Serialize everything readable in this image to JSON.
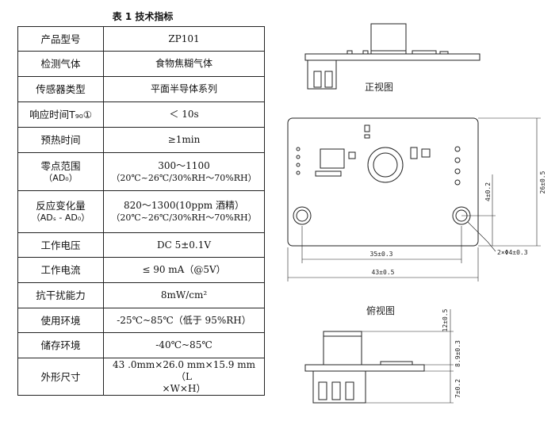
{
  "table": {
    "title": "表 1  技术指标",
    "rows": [
      {
        "key": "产品型号",
        "value": "ZP101"
      },
      {
        "key": "检测气体",
        "value": "食物焦糊气体"
      },
      {
        "key": "传感器类型",
        "value": "平面半导体系列"
      },
      {
        "key": "响应时间T₉₀①",
        "value": "＜ 10s"
      },
      {
        "key": "预热时间",
        "value": "≥1min"
      },
      {
        "key": "零点范围",
        "key_sub": "（AD₀）",
        "value": "300～1100",
        "value_sub": "（20℃~26℃/30%RH～70%RH）"
      },
      {
        "key": "反应变化量",
        "key_sub": "（ADₛ - AD₀）",
        "value": "820～1300(10ppm 酒精）",
        "value_sub": "（20℃~26℃/30%RH～70%RH）"
      },
      {
        "key": "工作电压",
        "value": "DC 5±0.1V"
      },
      {
        "key": "工作电流",
        "value": "≤ 90 mA（@5V）"
      },
      {
        "key": "抗干扰能力",
        "value": "8mW/cm²"
      },
      {
        "key": "使用环境",
        "value": "-25℃~85℃（低于 95%RH）"
      },
      {
        "key": "储存环境",
        "value": "-40℃~85℃"
      },
      {
        "key": "外形尺寸",
        "value": "43 .0mm×26.0 mm×15.9 mm（L",
        "value_sub": "×W×H）"
      }
    ]
  },
  "drawing": {
    "front_view_label": "正视图",
    "top_view_label": "俯视图",
    "dims": {
      "height": "26±0.5",
      "hole_offset": "4±0.2",
      "hole_spacing": "35±0.3",
      "width": "43±0.5",
      "hole_diameter": "2×Φ4±0.3",
      "top_h1": "12±0.5",
      "top_h2": "8.9±0.3",
      "top_h3": "7±0.2"
    }
  }
}
